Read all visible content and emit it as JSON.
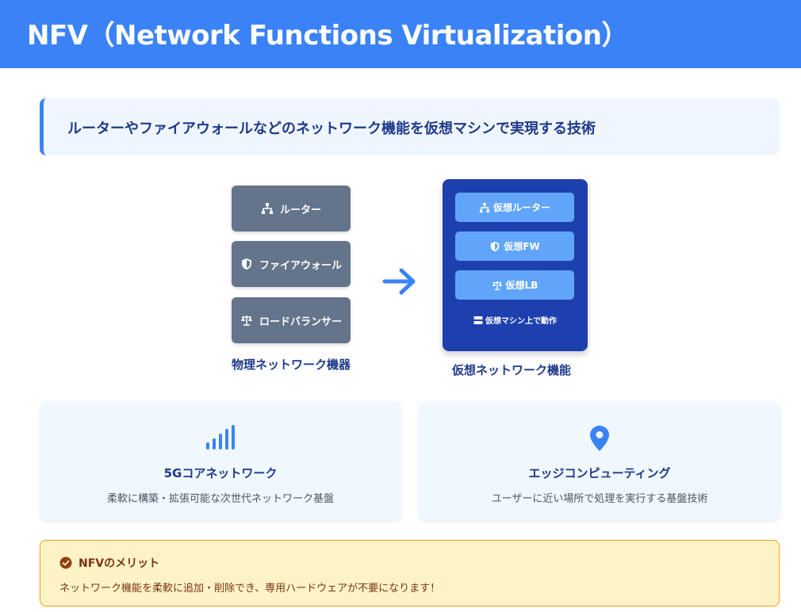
{
  "header": {
    "title": "NFV（Network Functions Virtualization）"
  },
  "subtitle": "ルーターやファイアウォールなどのネットワーク機能を仮想マシンで実現する技術",
  "physical": {
    "items": [
      {
        "label": "ルーター",
        "icon": "network-icon"
      },
      {
        "label": "ファイアウォール",
        "icon": "shield-icon"
      },
      {
        "label": "ロードバランサー",
        "icon": "scale-icon"
      }
    ],
    "caption": "物理ネットワーク機器"
  },
  "arrow_icon": "arrow-right-icon",
  "virtual": {
    "items": [
      {
        "label": "仮想ルーター",
        "icon": "network-icon"
      },
      {
        "label": "仮想FW",
        "icon": "shield-icon"
      },
      {
        "label": "仮想LB",
        "icon": "scale-icon"
      }
    ],
    "note": "仮想マシン上で動作",
    "note_icon": "server-icon",
    "caption": "仮想ネットワーク機能"
  },
  "cards": [
    {
      "icon": "signal-icon",
      "title": "5Gコアネットワーク",
      "desc": "柔軟に構築・拡張可能な次世代ネットワーク基盤"
    },
    {
      "icon": "location-pin-icon",
      "title": "エッジコンピューティング",
      "desc": "ユーザーに近い場所で処理を実行する基盤技術"
    }
  ],
  "merit": {
    "icon": "check-circle-icon",
    "title": "NFVのメリット",
    "text": "ネットワーク機能を柔軟に追加・削除でき、専用ハードウェアが不要になります！"
  },
  "colors": {
    "primary": "#3b82f6",
    "navy": "#1e40af",
    "physical_box": "#64748b",
    "virtual_box": "#60a5fa",
    "merit_bg": "#fef3c7",
    "merit_border": "#f59e0b"
  }
}
